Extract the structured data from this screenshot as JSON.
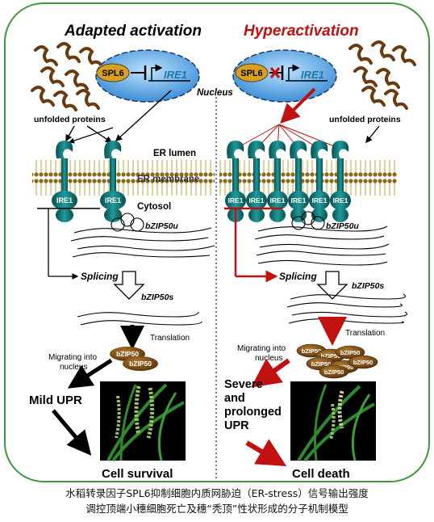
{
  "left": {
    "title": "Adapted activation",
    "spl6": "SPL6",
    "ire1_gene": "IRE1",
    "unfolded": "unfolded proteins",
    "ire1_protein": "IRE1",
    "bzip50u": "bZIP50u",
    "splicing": "Splicing",
    "bzip50s": "bZIP50s",
    "translation": "Translation",
    "migrating": "Migrating into nucleus",
    "bzip_protein": "bZIP50",
    "outcome_upr": "Mild UPR",
    "outcome_final": "Cell survival"
  },
  "right": {
    "title": "Hyperactivation",
    "spl6": "SPL6",
    "ire1_gene": "IRE1",
    "unfolded": "unfolded proteins",
    "ire1_protein": "IRE1",
    "bzip50u": "bZIP50u",
    "splicing": "Splicing",
    "bzip50s": "bZIP50s",
    "translation": "Translation",
    "migrating": "Migrating into nucleus",
    "bzip_protein": "bZIP50",
    "outcome_upr": "Severe and prolonged UPR",
    "outcome_final": "Cell death"
  },
  "shared": {
    "nucleus": "Nucleus",
    "er_lumen": "ER lumen",
    "er_membrane": "ER membrane",
    "cytosol": "Cytosol"
  },
  "caption": {
    "line1": "水稻转录因子SPL6抑制细胞内质网胁迫（ER-stress）信号输出强度",
    "line2": "调控顶端小穗细胞死亡及穗“秃顶”性状形成的分子机制模型"
  },
  "colors": {
    "frame": "#3a9a3a",
    "title_left": "#000000",
    "title_right": "#c01010",
    "nucleus_fill": "#5aa8e8",
    "spl6_fill": "#d8a020",
    "ire1_fill": "#0e6b6b",
    "membrane": "#8a7a2a",
    "protein_brown": "#6a3a10",
    "bzip_fill": "#7a4a10",
    "arrow_red": "#c01010",
    "photo_bg": "#000000",
    "plant_green": "#2d8a2d"
  }
}
